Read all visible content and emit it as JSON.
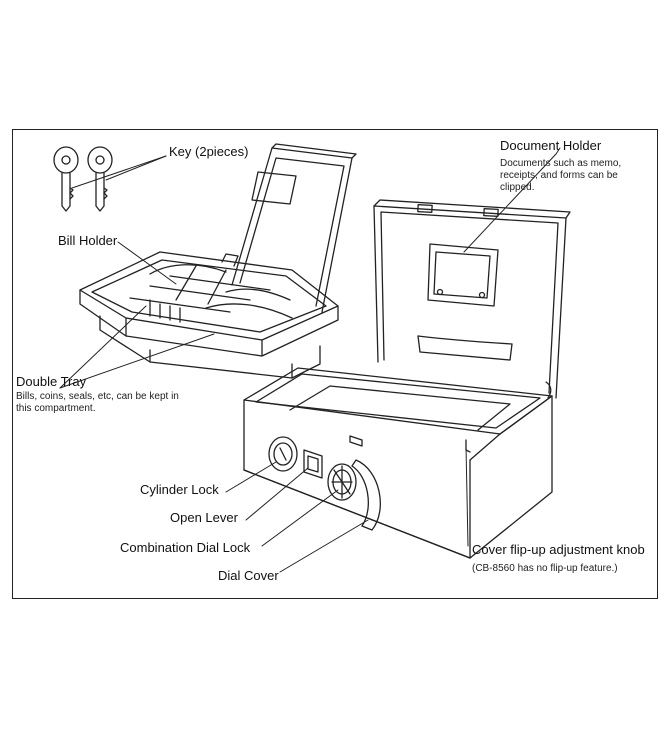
{
  "labels": {
    "key": "Key (2pieces)",
    "bill_holder": "Bill Holder",
    "double_tray": "Double Tray",
    "double_tray_desc": "Bills, coins, seals, etc, can be kept in this compartment.",
    "document_holder": "Document Holder",
    "document_holder_desc": "Documents such as memo, receipts, and forms can be clipped.",
    "cylinder_lock": "Cylinder Lock",
    "open_lever": "Open Lever",
    "combination_dial_lock": "Combination Dial Lock",
    "dial_cover": "Dial Cover",
    "cover_flip_up_knob": "Cover flip-up adjustment knob",
    "cover_flip_up_note": "(CB-8560 has no flip-up feature.)"
  }
}
